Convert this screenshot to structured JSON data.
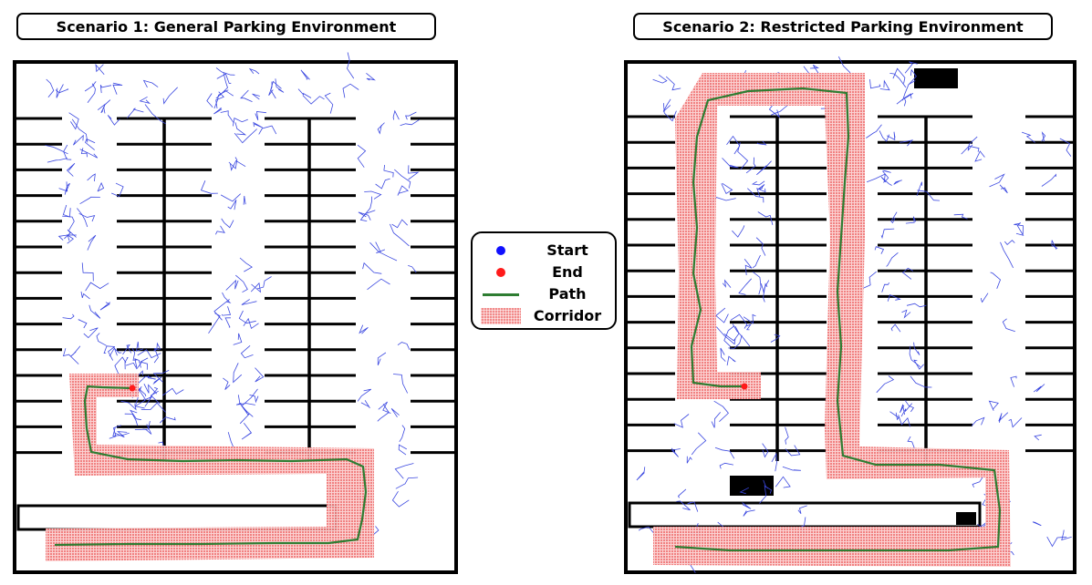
{
  "titles": {
    "scenario1": "Scenario 1: General Parking Environment",
    "scenario2": "Scenario 2: Restricted Parking Environment"
  },
  "legend": {
    "start": "Start",
    "end": "End",
    "path": "Path",
    "corridor": "Corridor"
  },
  "colors": {
    "start": "#1010ff",
    "end": "#ff1a1a",
    "path": "#2e7d32",
    "corridor": "#f28b8b",
    "tree": "#3b48e0",
    "wall": "#000000"
  }
}
